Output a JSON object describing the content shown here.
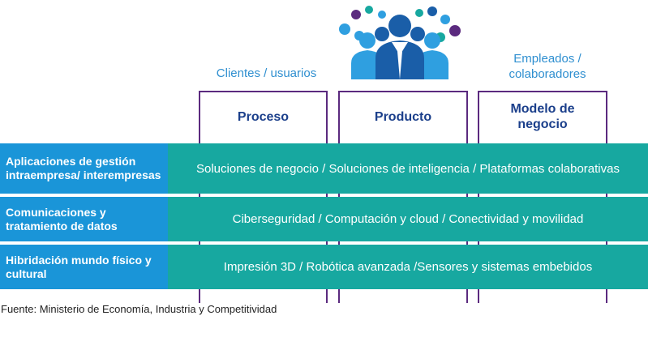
{
  "people_group": {
    "icon": "people-group-icon",
    "colors": [
      "#1a5ea8",
      "#2f9fe0",
      "#5b2a7f",
      "#17a8a0"
    ]
  },
  "labels": {
    "left": "Clientes / usuarios",
    "right": "Empleados / colaboradores"
  },
  "columns": [
    {
      "title": "Proceso"
    },
    {
      "title": "Producto"
    },
    {
      "title": "Modelo de negocio"
    }
  ],
  "rows": [
    {
      "label": "Aplicaciones de gestión intraempresa/ interempresas",
      "content": "Soluciones de negocio / Soluciones de inteligencia / Plataformas colaborativas"
    },
    {
      "label": "Comunicaciones y tratamiento de datos",
      "content": "Ciberseguridad / Computación y cloud / Conectividad y movilidad"
    },
    {
      "label": "Hibridación mundo físico y cultural",
      "content": "Impresión 3D / Robótica avanzada /Sensores y sistemas embebidos"
    }
  ],
  "footer": "Fuente: Ministerio de Economía, Industria y Competitividad",
  "colors": {
    "label_blue": "#1a95d8",
    "band_teal": "#17a8a0",
    "box_border": "#5b2a7f",
    "column_title": "#1b3f8b",
    "top_label": "#2f8fd0"
  }
}
